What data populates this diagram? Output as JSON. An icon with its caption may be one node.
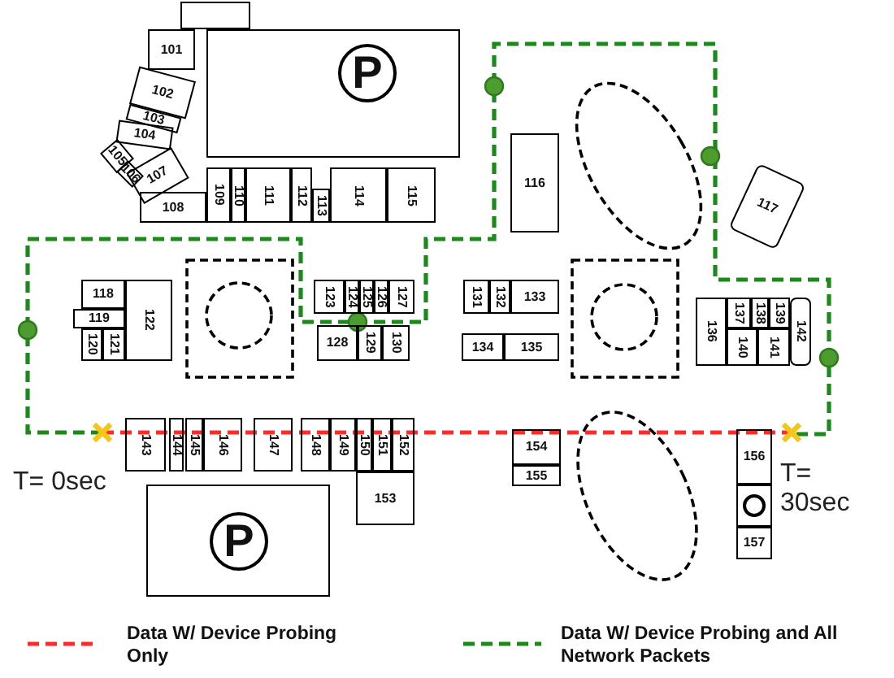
{
  "diagram": {
    "nodes": [
      {
        "text": [],
        "shape": "box"
      },
      {
        "text": [
          "101"
        ]
      },
      {
        "text": [
          "P"
        ]
      },
      {
        "text": [
          "102"
        ]
      },
      {
        "text": [
          "103"
        ]
      },
      {
        "text": [
          "104"
        ]
      },
      {
        "text": [
          "105"
        ]
      },
      {
        "text": [
          "106"
        ]
      },
      {
        "text": [
          "107"
        ]
      },
      {
        "text": [
          "108"
        ]
      },
      {
        "text": [
          "109"
        ]
      },
      {
        "text": [
          "110"
        ]
      },
      {
        "text": [
          "111"
        ]
      },
      {
        "text": [
          "112"
        ]
      },
      {
        "text": [
          "113"
        ]
      },
      {
        "text": [
          "114"
        ]
      },
      {
        "text": [
          "115"
        ]
      },
      {
        "text": [
          "116"
        ]
      },
      {
        "text": [
          "117"
        ]
      },
      {
        "text": [
          "118"
        ]
      },
      {
        "text": [
          "119"
        ]
      },
      {
        "text": [
          "120"
        ]
      },
      {
        "text": [
          "121"
        ]
      },
      {
        "text": [
          "122"
        ]
      },
      {
        "text": [
          "123"
        ]
      },
      {
        "text": [
          "124"
        ]
      },
      {
        "text": [
          "125"
        ]
      },
      {
        "text": [
          "126"
        ]
      },
      {
        "text": [
          "127"
        ]
      },
      {
        "text": [
          "128"
        ]
      },
      {
        "text": [
          "129"
        ]
      },
      {
        "text": [
          "130"
        ]
      },
      {
        "text": [
          "131"
        ]
      },
      {
        "text": [
          "132"
        ]
      },
      {
        "text": [
          "133"
        ]
      },
      {
        "text": [
          "134"
        ]
      },
      {
        "text": [
          "135"
        ]
      },
      {
        "text": [
          "136"
        ]
      },
      {
        "text": [
          "137"
        ]
      },
      {
        "text": [
          "138"
        ]
      },
      {
        "text": [
          "139"
        ]
      },
      {
        "text": [
          "140"
        ]
      },
      {
        "text": [
          "141"
        ]
      },
      {
        "text": [
          "142"
        ]
      },
      {
        "text": [
          "143"
        ]
      },
      {
        "text": [
          "144"
        ]
      },
      {
        "text": [
          "145"
        ]
      },
      {
        "text": [
          "146"
        ]
      },
      {
        "text": [
          "147"
        ]
      },
      {
        "text": [
          "148"
        ]
      },
      {
        "text": [
          "149"
        ]
      },
      {
        "text": [
          "150"
        ]
      },
      {
        "text": [
          "151"
        ]
      },
      {
        "text": [
          "152"
        ]
      },
      {
        "text": [
          "153"
        ]
      },
      {
        "text": [
          "P"
        ]
      },
      {
        "text": [
          "154"
        ]
      },
      {
        "text": [
          "155"
        ]
      },
      {
        "text": [
          "156"
        ]
      },
      {
        "text": [],
        "shape": "circle"
      },
      {
        "text": [
          "157"
        ]
      }
    ],
    "labels": [
      "T= 0sec",
      "T= 30sec"
    ],
    "legend": [
      {
        "text": "Data W/ Device Probing Only"
      },
      {
        "text": "Data W/ Device Probing and All Network Packets"
      }
    ]
  }
}
